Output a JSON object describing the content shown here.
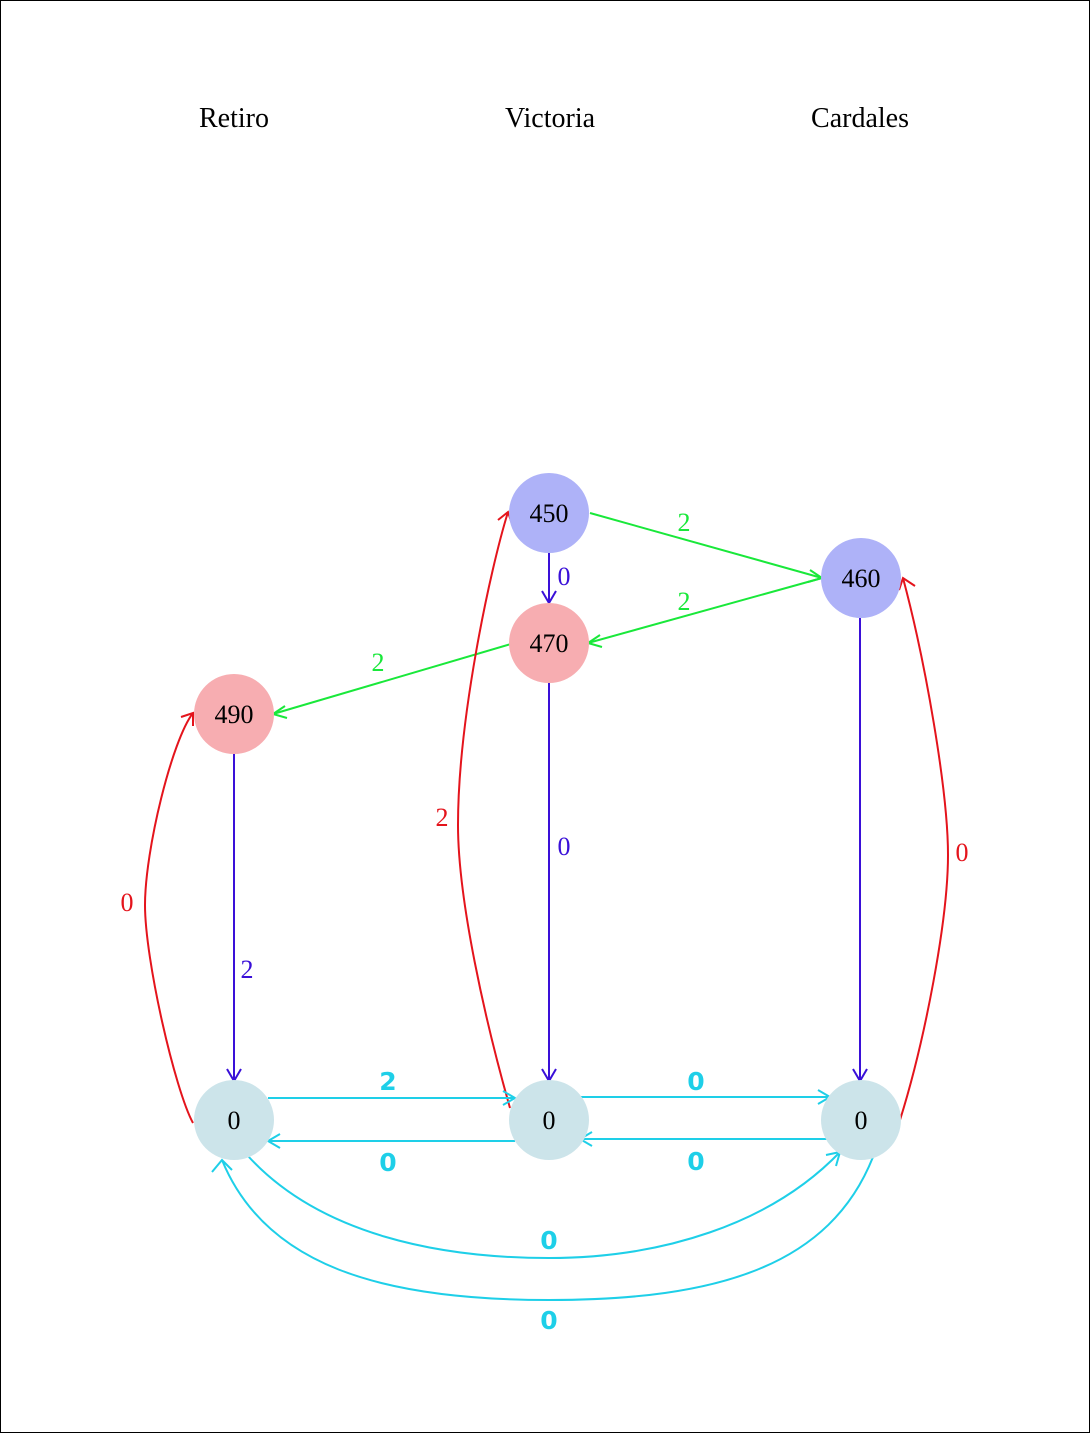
{
  "stations": {
    "retiro": "Retiro",
    "victoria": "Victoria",
    "cardales": "Cardales"
  },
  "nodes": {
    "n450": "450",
    "n460": "460",
    "n470": "470",
    "n490": "490",
    "bottom_retiro": "0",
    "bottom_victoria": "0",
    "bottom_cardales": "0"
  },
  "edges": {
    "e450_460": "2",
    "e460_470": "2",
    "e470_490": "2",
    "e450_470": "0",
    "e470_bottom_victoria": "0",
    "e490_bottom_retiro": "2",
    "e_bottom_retiro_490": "0",
    "e_bottom_victoria_450": "2",
    "e_bottom_cardales_460": "0",
    "e_br_bv": "2",
    "e_bv_br": "0",
    "e_bv_bc": "0",
    "e_bc_bv": "0",
    "e_br_bc": "0",
    "e_bc_br": "0"
  },
  "colors": {
    "node_blue": "#aeb2f8",
    "node_red": "#f7adb1",
    "node_bottom": "#cce4ea",
    "edge_green": "#19e83a",
    "edge_purple": "#3a10d8",
    "edge_red": "#e4141c",
    "edge_cyan": "#1ecfe8"
  }
}
